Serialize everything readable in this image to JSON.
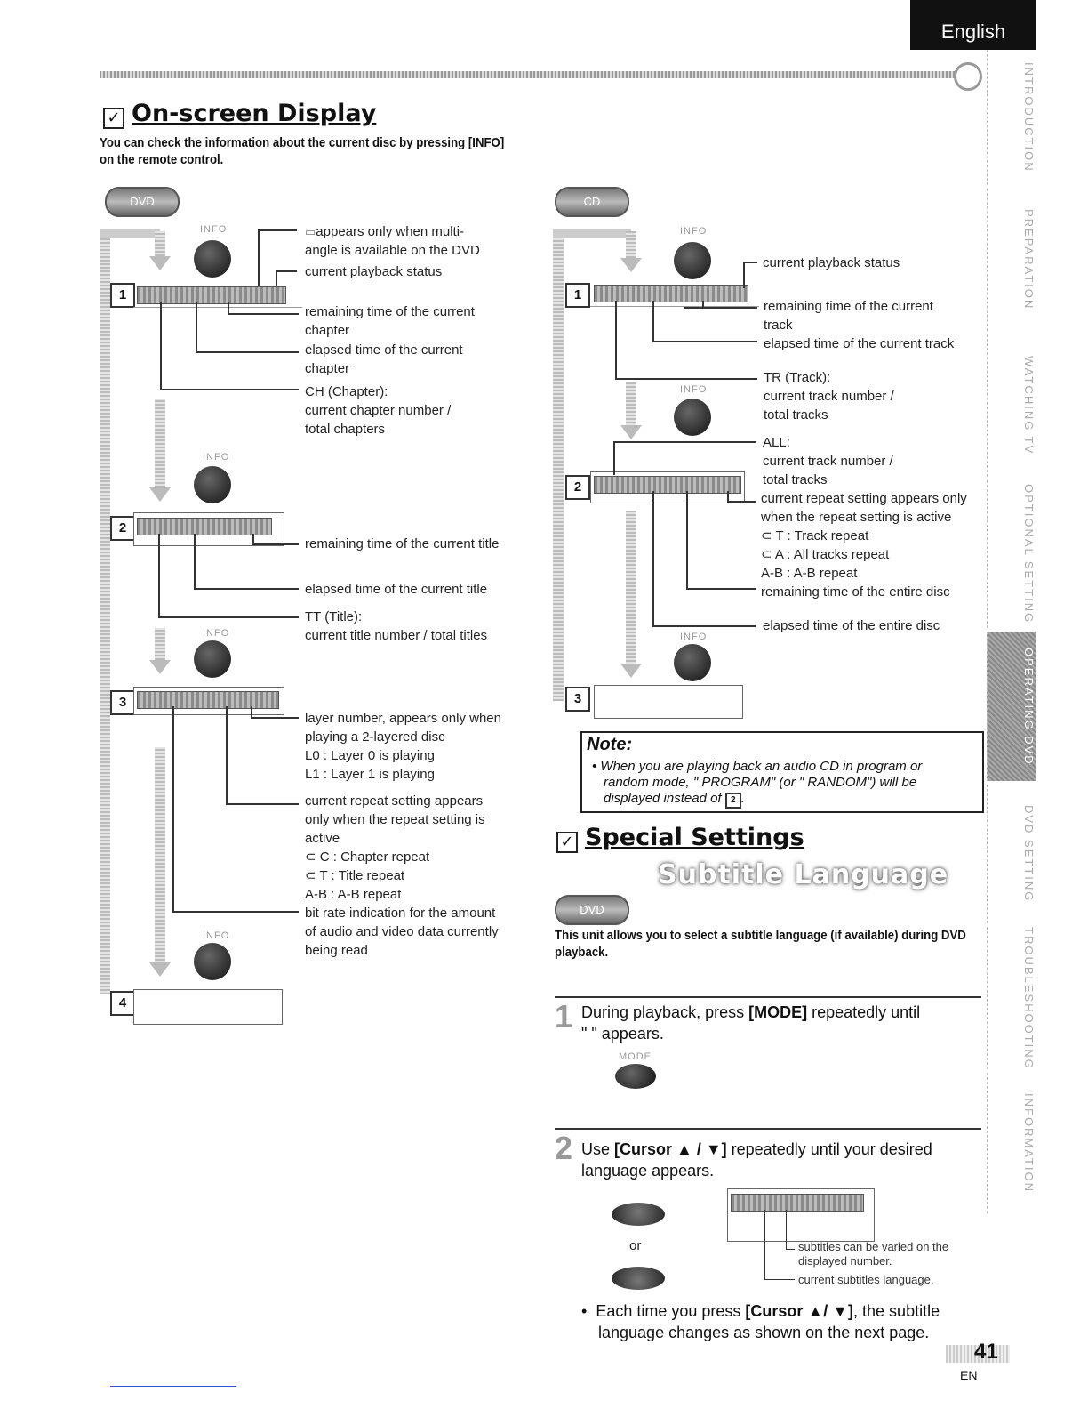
{
  "header": {
    "language_tab": "English"
  },
  "osd_section": {
    "title": "On-screen Display",
    "intro_line1": "You can check the information about the current disc by pressing [INFO]",
    "intro_line2": "on the remote control."
  },
  "dvd_panel": {
    "badge": "DVD",
    "info_label": "INFO",
    "steps": [
      "1",
      "2",
      "3",
      "4"
    ],
    "step1_labels": {
      "angle_line1": "appears only when multi-",
      "angle_line2": "angle is available on the DVD",
      "playback_status": "current playback status",
      "remaining_l1": "remaining time of the current",
      "remaining_l2": "chapter",
      "elapsed_l1": "elapsed time of the current",
      "elapsed_l2": "chapter",
      "ch_l1": "CH (Chapter):",
      "ch_l2": "current chapter number /",
      "ch_l3": "total chapters"
    },
    "step2_labels": {
      "remaining": "remaining time of the current title",
      "elapsed": "elapsed time of the current title",
      "tt_l1": "TT (Title):",
      "tt_l2": "current title number / total titles"
    },
    "step3_labels": {
      "layer_l1": "layer number, appears only when",
      "layer_l2": "playing a 2-layered disc",
      "layer_l3": "L0 :   Layer 0 is playing",
      "layer_l4": "L1 :   Layer 1 is playing",
      "repeat_l1": "current repeat setting appears",
      "repeat_l2": "only when the repeat setting is",
      "repeat_l3": "active",
      "repeat_l4": "C :   Chapter repeat",
      "repeat_l5": "T :   Title repeat",
      "repeat_l6": "A-B :  A-B repeat",
      "bitrate_l1": "bit rate indication for the amount",
      "bitrate_l2": "of audio and video data currently",
      "bitrate_l3": "being read"
    }
  },
  "cd_panel": {
    "badge": "CD",
    "info_label": "INFO",
    "steps": [
      "1",
      "2",
      "3"
    ],
    "step1_labels": {
      "playback_status": "current playback status",
      "remaining_l1": "remaining time of the current",
      "remaining_l2": "track",
      "elapsed": "elapsed time of the current track",
      "tr_l1": "TR (Track):",
      "tr_l2": "current track number /",
      "tr_l3": "total tracks"
    },
    "step2_labels": {
      "all_l1": "ALL:",
      "all_l2": "current track number /",
      "all_l3": "total tracks",
      "repeat_l1": "current repeat setting appears only",
      "repeat_l2": "when the repeat setting is active",
      "repeat_l3": "T :    Track repeat",
      "repeat_l4": "A :    All tracks repeat",
      "repeat_l5": "A-B :  A-B repeat",
      "remaining": "remaining time of the entire disc",
      "elapsed": "elapsed time of the entire disc"
    }
  },
  "note": {
    "title": "Note:",
    "line1": "When you are playing back an audio CD in program or",
    "line2": "random mode, \"     PROGRAM\" (or \"     RANDOM\") will be",
    "line3": "displayed instead of"
  },
  "special_section": {
    "title": "Special Settings",
    "banner": "Subtitle Language",
    "badge": "DVD",
    "intro_l1": "This unit allows you to select a subtitle language (if available) during DVD",
    "intro_l2": "playback.",
    "step1_num": "1",
    "step1_l1_pre": "During playback, press ",
    "step1_l1_key": "[MODE]",
    "step1_l1_post": " repeatedly until",
    "step1_l2": "\"      \" appears.",
    "mode_label": "MODE",
    "step2_num": "2",
    "step2_l1_pre": "Use ",
    "step2_l1_key": "[Cursor ▲ / ▼]",
    "step2_l1_post": " repeatedly until your desired",
    "step2_l2": "language appears.",
    "or": "or",
    "callout1_l1": "subtitles can be varied on the",
    "callout1_l2": "displayed number.",
    "callout2": "current subtitles language.",
    "bullet_pre": "Each time you press ",
    "bullet_key": "[Cursor ▲/ ▼]",
    "bullet_post": ", the subtitle",
    "bullet_l2": "language changes as shown on the next page."
  },
  "side_tabs": [
    "INTRODUCTION",
    "PREPARATION",
    "WATCHING TV",
    "OPTIONAL SETTING",
    "OPERATING DVD",
    "DVD SETTING",
    "TROUBLESHOOTING",
    "INFORMATION"
  ],
  "footer": {
    "page_number": "41",
    "lang_code": "EN"
  }
}
